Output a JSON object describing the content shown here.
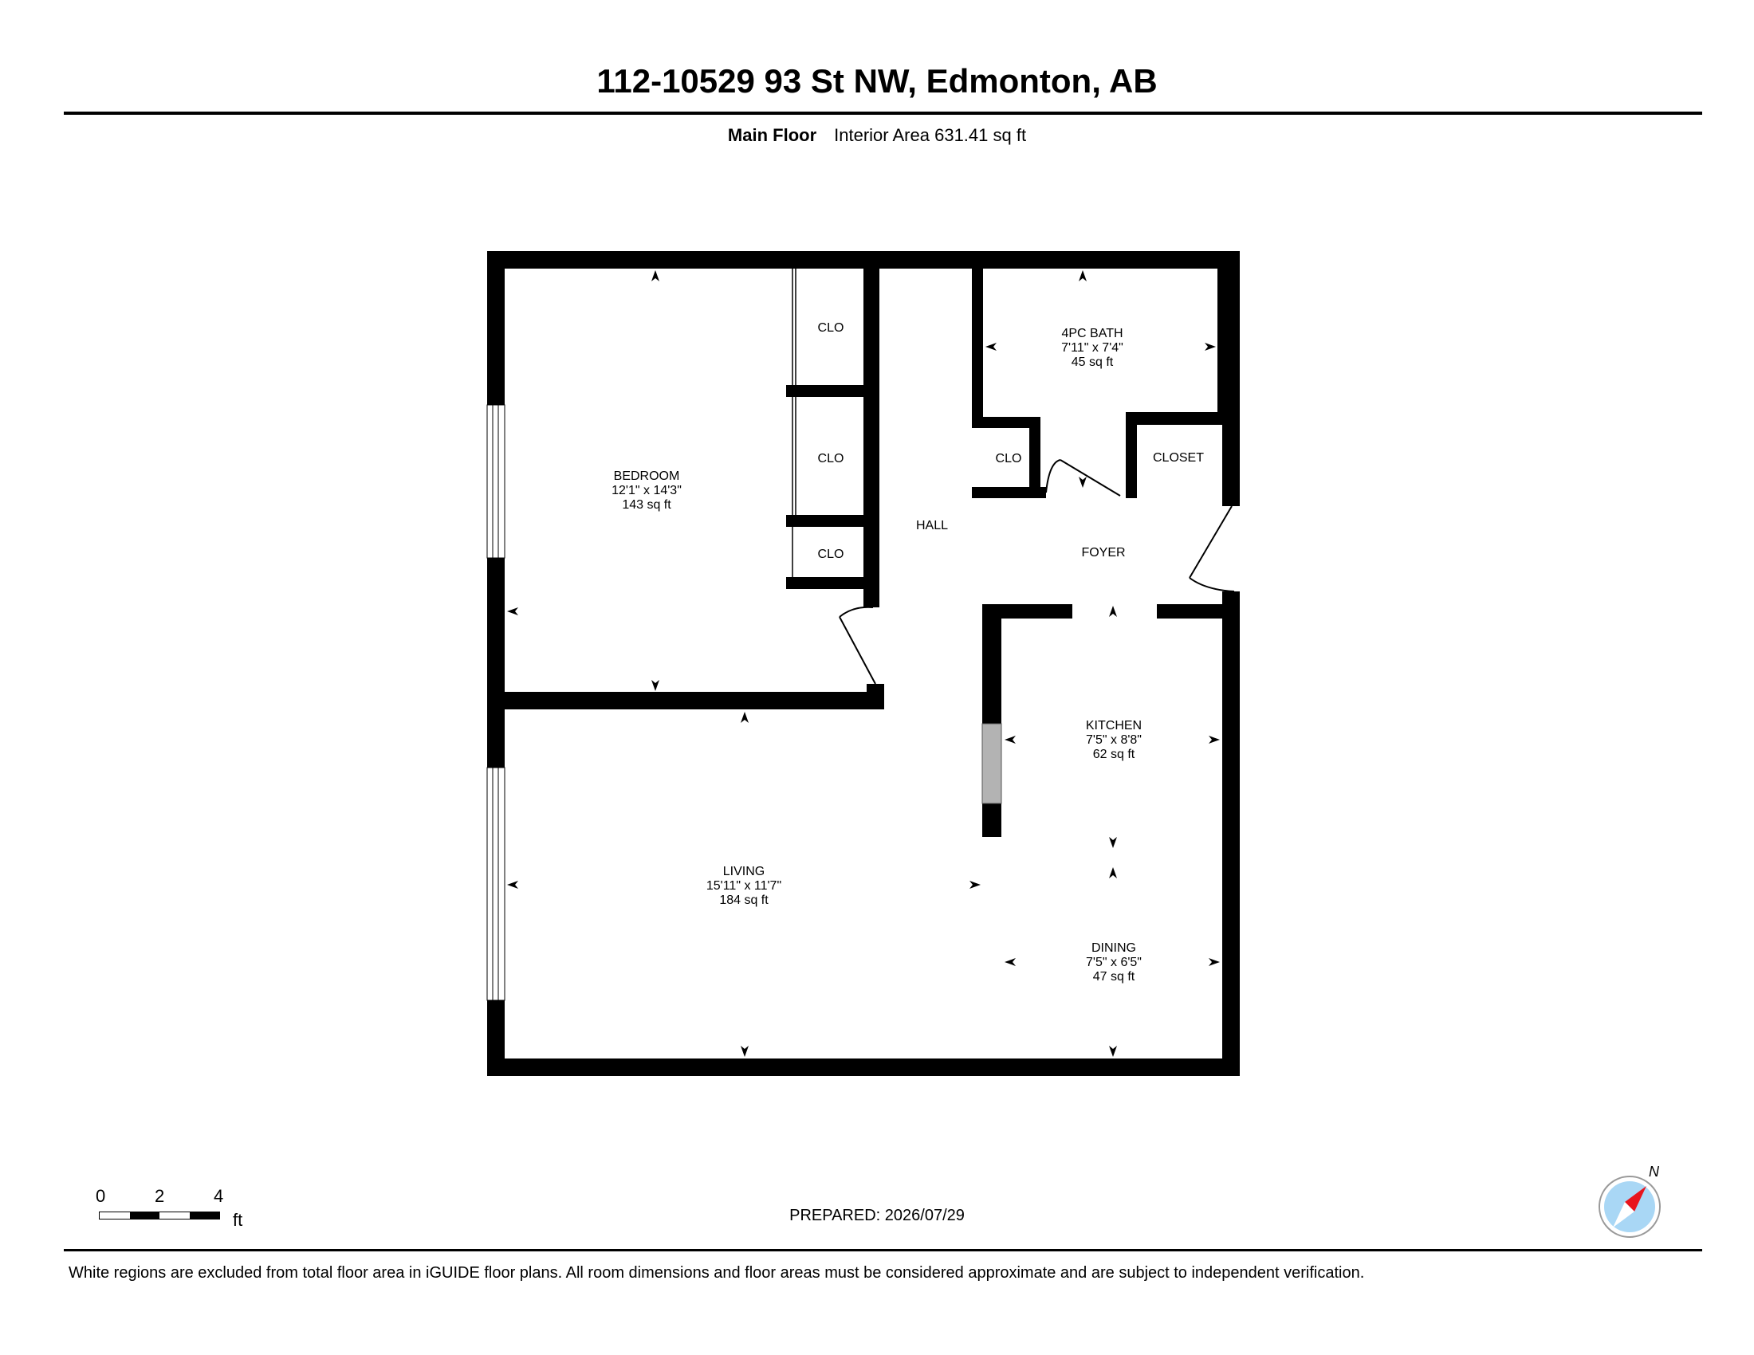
{
  "header": {
    "title": "112-10529 93 St NW, Edmonton, AB",
    "floor_name": "Main Floor",
    "area_text": "Interior Area 631.41 sq ft"
  },
  "rooms": {
    "bedroom": {
      "name": "BEDROOM",
      "dims": "12'1\" x 14'3\"",
      "area": "143 sq ft"
    },
    "bath": {
      "name": "4PC BATH",
      "dims": "7'11\" x 7'4\"",
      "area": "45 sq ft"
    },
    "kitchen": {
      "name": "KITCHEN",
      "dims": "7'5\" x 8'8\"",
      "area": "62 sq ft"
    },
    "living": {
      "name": "LIVING",
      "dims": "15'11\" x 11'7\"",
      "area": "184 sq ft"
    },
    "dining": {
      "name": "DINING",
      "dims": "7'5\" x 6'5\"",
      "area": "47 sq ft"
    },
    "hall": {
      "name": "HALL"
    },
    "foyer": {
      "name": "FOYER"
    },
    "closet": {
      "name": "CLOSET"
    },
    "clo_label": "CLO"
  },
  "scale": {
    "ticks": [
      "0",
      "2",
      "4"
    ],
    "unit": "ft"
  },
  "prepared": "PREPARED: 2026/07/29",
  "compass": {
    "label": "N",
    "needle_color": "#e8141c",
    "dial_color": "#a9d7f5"
  },
  "colors": {
    "wall": "#000000",
    "counter": "#b3b3b3"
  },
  "disclaimer": "White regions are excluded from total floor area in iGUIDE floor plans. All room dimensions and floor areas must be considered approximate and are subject to independent verification."
}
